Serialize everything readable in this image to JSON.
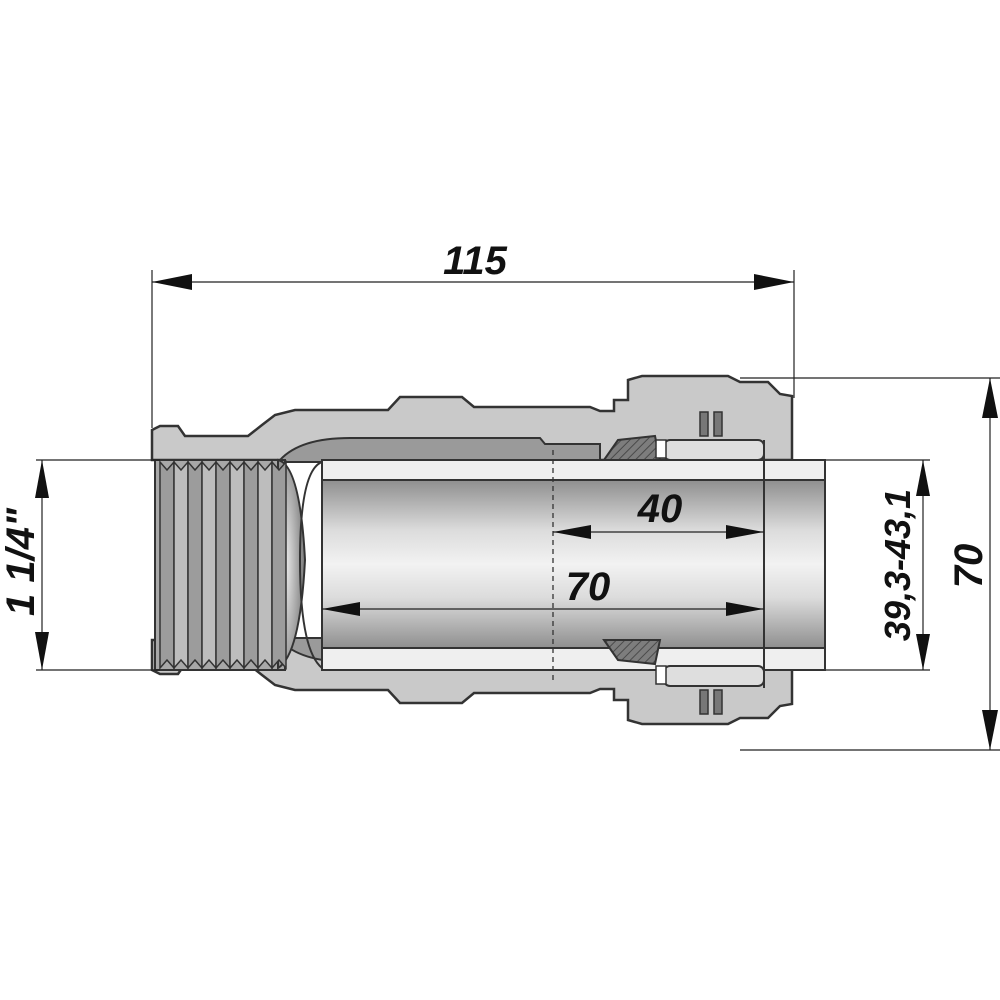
{
  "dimensions": {
    "overall_length": "115",
    "outer_diameter": "70",
    "thread_size": "1 1/4\"",
    "pipe_range": "39,3-43,1",
    "insert_depth_outer": "70",
    "insert_depth_inner": "40"
  },
  "colors": {
    "body": "#c9c9c9",
    "body_dark": "#8e8e8e",
    "pipe_light": "#e6e6e6",
    "line": "#222222"
  }
}
